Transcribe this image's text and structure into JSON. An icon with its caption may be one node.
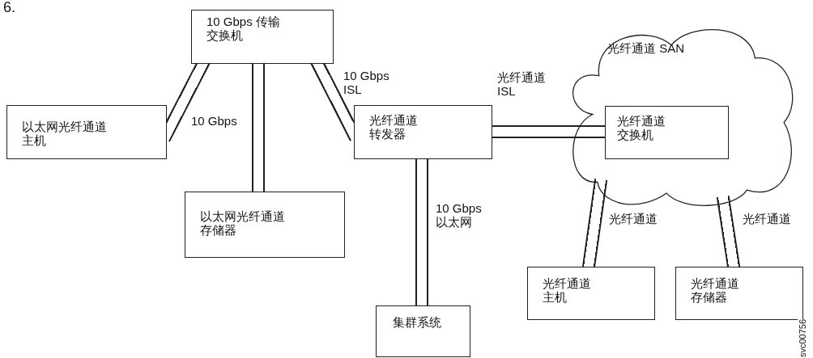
{
  "diagram": {
    "nodes": [
      {
        "text": [
          "10 Gbps 传输交换机"
        ]
      },
      {
        "text": [
          "以太网光纤通道主机"
        ]
      },
      {
        "text": [
          "以太网光纤通道存储器"
        ]
      },
      {
        "text": [
          "光纤通道转发器"
        ]
      },
      {
        "text": [
          "光纤通道 SAN"
        ]
      },
      {
        "text": [
          "光纤通道交换机"
        ],
        "in": 4
      },
      {
        "text": [
          "集群系统"
        ]
      },
      {
        "text": [
          "光纤通道主机"
        ]
      },
      {
        "text": [
          "光纤通道存储器"
        ]
      }
    ],
    "edges": [
      {
        "from": 0,
        "to": 1,
        "arrow": "none",
        "label": "10 Gbps"
      },
      {
        "from": 0,
        "to": 2,
        "arrow": "none"
      },
      {
        "from": 0,
        "to": 3,
        "arrow": "none",
        "label": "10 Gbps ISL"
      },
      {
        "from": 3,
        "to": 5,
        "arrow": "none",
        "label": "光纤通道 ISL"
      },
      {
        "from": 3,
        "to": 6,
        "arrow": "none",
        "label": "10 Gbps 以太网"
      },
      {
        "from": 4,
        "to": 7,
        "arrow": "none",
        "label": "光纤通道"
      },
      {
        "from": 4,
        "to": 8,
        "arrow": "none",
        "label": "光纤通道"
      }
    ],
    "labels": [
      "6.",
      "svc00756"
    ]
  }
}
